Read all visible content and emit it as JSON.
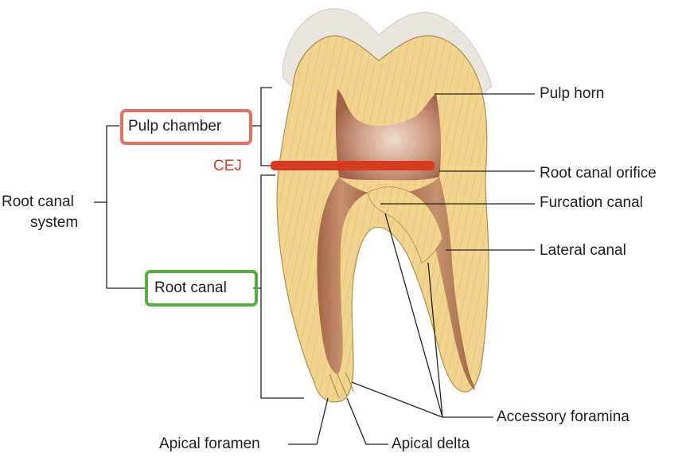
{
  "labels": {
    "pulp_horn": "Pulp horn",
    "root_canal_orifice": "Root canal orifice",
    "furcation_canal": "Furcation canal",
    "lateral_canal": "Lateral canal",
    "accessory_foramina": "Accessory foramina",
    "apical_foramen": "Apical foramen",
    "apical_delta": "Apical delta",
    "pulp_chamber": "Pulp chamber",
    "root_canal": "Root canal",
    "root_canal_system_line1": "Root canal",
    "root_canal_system_line2": "system",
    "cej": "CEJ"
  },
  "colors": {
    "dentin": "#f1d58e",
    "dentin_stripe": "#e2bf72",
    "enamel": "#e9e6df",
    "pulp": "#a7674a",
    "pulp_light": "#e9d3bf",
    "line": "#222222",
    "pulp_chamber_box": "#e8705e",
    "root_canal_box": "#52b13a",
    "cej_marker": "#d63a20"
  }
}
